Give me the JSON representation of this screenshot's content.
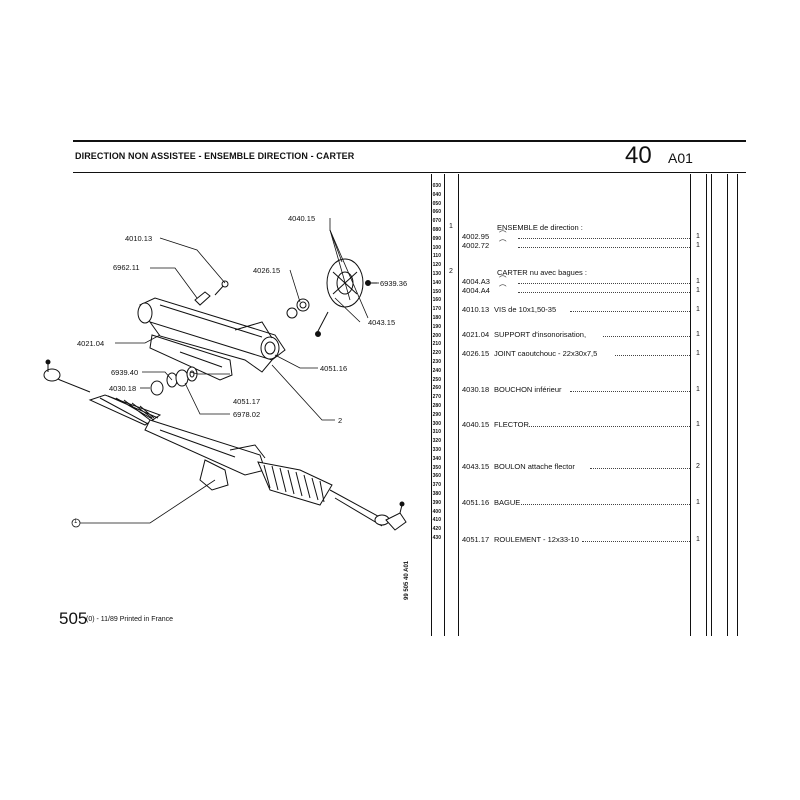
{
  "header": {
    "title": "DIRECTION NON ASSISTEE - ENSEMBLE DIRECTION - CARTER",
    "group_number": "40",
    "section_code": "A01"
  },
  "callouts": [
    {
      "label": "4040.15"
    },
    {
      "label": "4010.13"
    },
    {
      "label": "4026.15"
    },
    {
      "label": "6962.11"
    },
    {
      "label": "6939.36"
    },
    {
      "label": "4043.15"
    },
    {
      "label": "4021.04"
    },
    {
      "label": "4051.16"
    },
    {
      "label": "6939.40"
    },
    {
      "label": "4030.18"
    },
    {
      "label": "4051.17"
    },
    {
      "label": "6978.02"
    },
    {
      "label": "2"
    },
    {
      "label": "1"
    }
  ],
  "row_numbers": [
    "030",
    "040",
    "050",
    "060",
    "070",
    "080",
    "090",
    "100",
    "110",
    "120",
    "130",
    "140",
    "150",
    "160",
    "170",
    "180",
    "190",
    "200",
    "210",
    "220",
    "230",
    "240",
    "250",
    "260",
    "270",
    "280",
    "290",
    "300",
    "310",
    "320",
    "330",
    "340",
    "350",
    "360",
    "370",
    "380",
    "390",
    "400",
    "410",
    "420",
    "430"
  ],
  "parts": [
    {
      "line": "1",
      "ref": "",
      "designation": "ENSEMBLE de direction :",
      "qty": ""
    },
    {
      "line": "",
      "ref": "4002.95",
      "designation": "",
      "qty": "1"
    },
    {
      "line": "",
      "ref": "4002.72",
      "designation": "",
      "qty": "1"
    },
    {
      "line": "2",
      "ref": "",
      "designation": "CARTER nu avec bagues :",
      "qty": ""
    },
    {
      "line": "",
      "ref": "4004.A3",
      "designation": "",
      "qty": "1"
    },
    {
      "line": "",
      "ref": "4004.A4",
      "designation": "",
      "qty": "1"
    },
    {
      "line": "",
      "ref": "4010.13",
      "designation": "VIS de 10x1,50-35",
      "qty": "1"
    },
    {
      "line": "",
      "ref": "4021.04",
      "designation": "SUPPORT d'insonorisation,",
      "qty": "1"
    },
    {
      "line": "",
      "ref": "4026.15",
      "designation": "JOINT caoutchouc - 22x30x7,5",
      "qty": "1"
    },
    {
      "line": "",
      "ref": "4030.18",
      "designation": "BOUCHON inférieur",
      "qty": "1"
    },
    {
      "line": "",
      "ref": "4040.15",
      "designation": "FLECTOR",
      "qty": "1"
    },
    {
      "line": "",
      "ref": "4043.15",
      "designation": "BOULON attache flector",
      "qty": "2"
    },
    {
      "line": "",
      "ref": "4051.16",
      "designation": "BAGUE",
      "qty": "1"
    },
    {
      "line": "",
      "ref": "4051.17",
      "designation": "ROULEMENT - 12x33-10",
      "qty": "1"
    }
  ],
  "footer": {
    "model": "505",
    "suffix": "(0) - 11/89 Printed in France",
    "vertical_code": "99  505  40 A01"
  }
}
